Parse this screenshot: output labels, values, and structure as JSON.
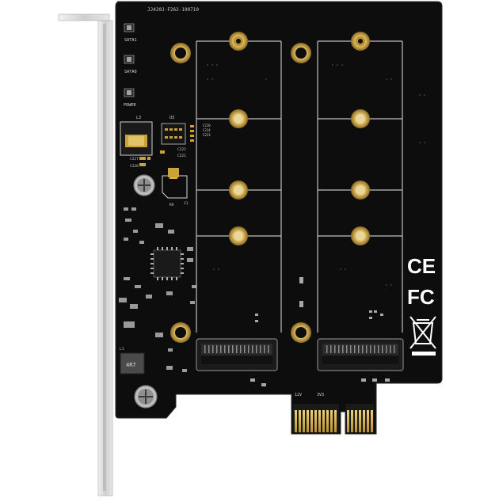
{
  "product": {
    "board_code": "JJ420J-F262-190710",
    "leds": [
      "SATA1",
      "SATA0",
      "POWER"
    ],
    "components": {
      "inductor": "L3",
      "chip": "U3",
      "caps": [
        "C222",
        "C221",
        "C227",
        "C226",
        "C220",
        "C224",
        "C223"
      ],
      "misc": [
        "J1",
        "R9"
      ],
      "power_labels": [
        "12V",
        "3V3"
      ],
      "inductor2_value": "4R7",
      "inductor2": "L1"
    },
    "marks": {
      "ce": "CE",
      "fc": "FC",
      "weee": "WEEE"
    }
  },
  "colors": {
    "pcb": "#0d0d0d",
    "silkscreen": "#d8d8d8",
    "gold": "#c9a23a",
    "bracket": "#d6d6d6"
  }
}
